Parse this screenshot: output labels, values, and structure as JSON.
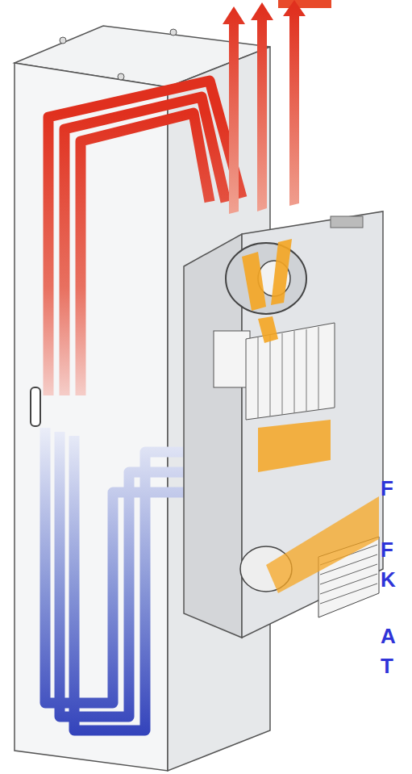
{
  "diagram": {
    "labels": [
      "F",
      "F",
      "K",
      "A",
      "T"
    ]
  }
}
